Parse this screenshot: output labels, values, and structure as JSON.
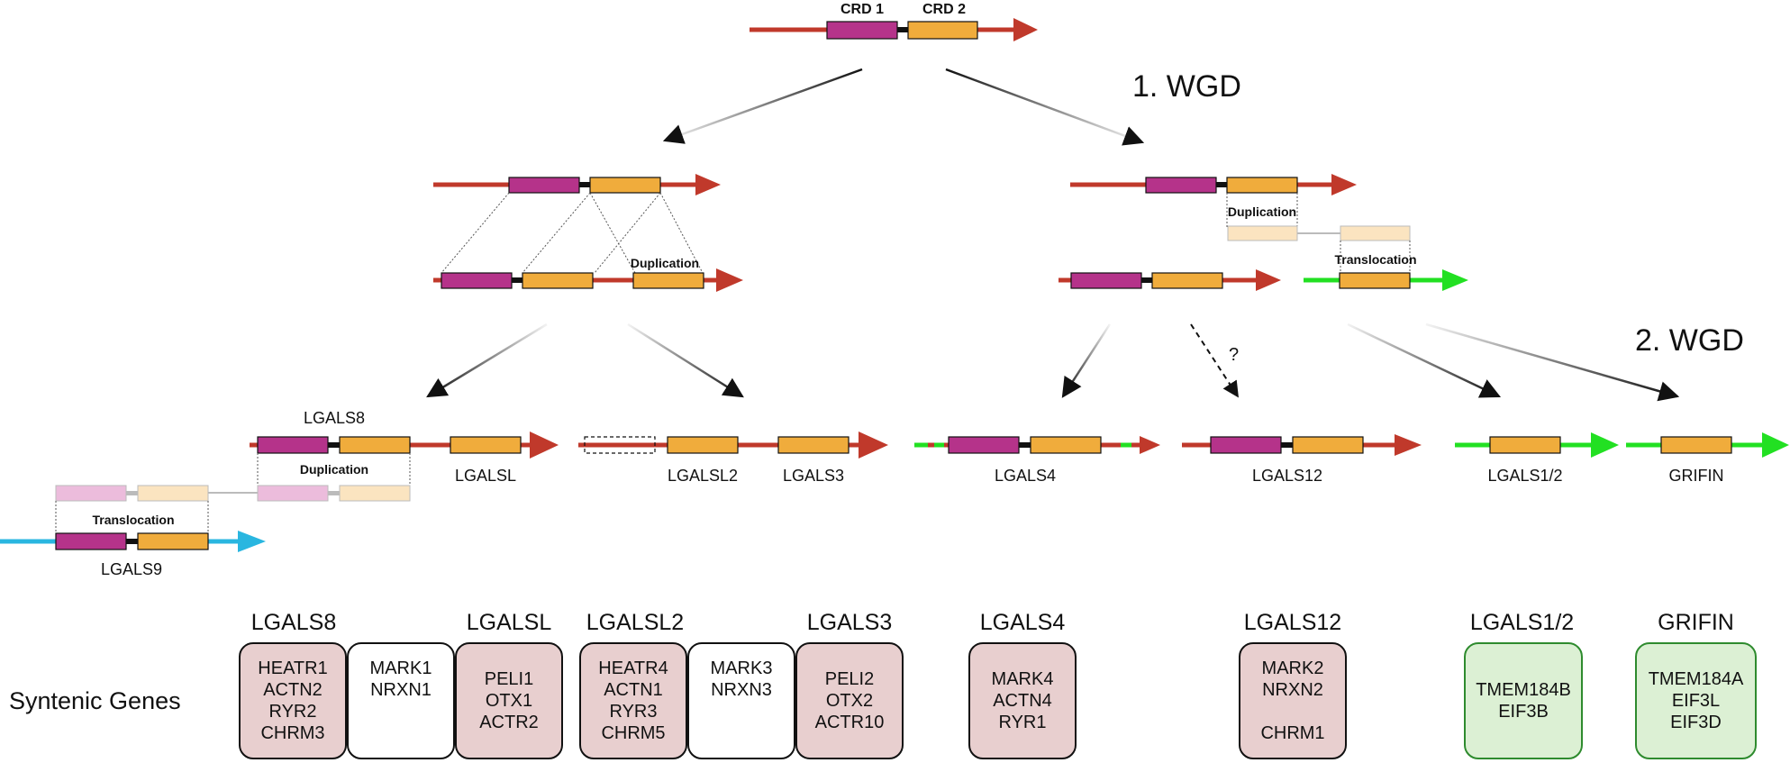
{
  "top": {
    "crd1": "CRD 1",
    "crd2": "CRD 2"
  },
  "events": {
    "wgd1": "1. WGD",
    "wgd2": "2. WGD",
    "duplication": "Duplication",
    "translocation": "Translocation",
    "question": "?"
  },
  "genes": {
    "lgals8": "LGALS8",
    "lgalsl": "LGALSL",
    "lgals9": "LGALS9",
    "lgalsl2": "LGALSL2",
    "lgals3": "LGALS3",
    "lgals4": "LGALS4",
    "lgals12": "LGALS12",
    "lgals12_tick": "LGALS12",
    "lgals1_2": "LGALS1/2",
    "grifin": "GRIFIN"
  },
  "colors": {
    "chromosome_red": "#c0392b",
    "chromosome_green": "#22e022",
    "chromosome_blue": "#29b6e0",
    "crd1": "#b5338a",
    "crd2": "#f0ac3c",
    "crd1_faded": "#ecbcdc",
    "crd2_faded": "#fbe4c0",
    "box_pink": "#e8cfcf",
    "box_green": "#dcf0d4"
  },
  "syntenic": {
    "row_label": "Syntenic Genes",
    "groups": [
      {
        "title": "LGALS8",
        "boxes": [
          {
            "genes": [
              "HEATR1",
              "ACTN2",
              "RYR2",
              "CHRM3"
            ],
            "style": "pink"
          },
          {
            "genes": [
              "MARK1",
              "NRXN1",
              "",
              ""
            ],
            "style": "white"
          }
        ]
      },
      {
        "title": "LGALSL",
        "boxes": [
          {
            "genes": [
              "PELI1",
              "OTX1",
              "ACTR2"
            ],
            "style": "pink"
          }
        ]
      },
      {
        "title": "LGALSL2",
        "boxes": [
          {
            "genes": [
              "HEATR4",
              "ACTN1",
              "RYR3",
              "CHRM5"
            ],
            "style": "pink"
          },
          {
            "genes": [
              "MARK3",
              "NRXN3",
              "",
              ""
            ],
            "style": "white"
          }
        ]
      },
      {
        "title": "LGALS3",
        "boxes": [
          {
            "genes": [
              "PELI2",
              "OTX2",
              "ACTR10"
            ],
            "style": "pink"
          }
        ]
      },
      {
        "title": "LGALS4",
        "boxes": [
          {
            "genes": [
              "MARK4",
              "ACTN4",
              "RYR1"
            ],
            "style": "pink"
          }
        ]
      },
      {
        "title": "LGALS12",
        "boxes": [
          {
            "genes": [
              "MARK2",
              "NRXN2",
              "",
              "CHRM1"
            ],
            "style": "pink"
          }
        ]
      },
      {
        "title": "LGALS1/2",
        "boxes": [
          {
            "genes": [
              "TMEM184B",
              "EIF3B"
            ],
            "style": "green"
          }
        ]
      },
      {
        "title": "GRIFIN",
        "boxes": [
          {
            "genes": [
              "TMEM184A",
              "EIF3L",
              "EIF3D"
            ],
            "style": "green"
          }
        ]
      }
    ]
  }
}
